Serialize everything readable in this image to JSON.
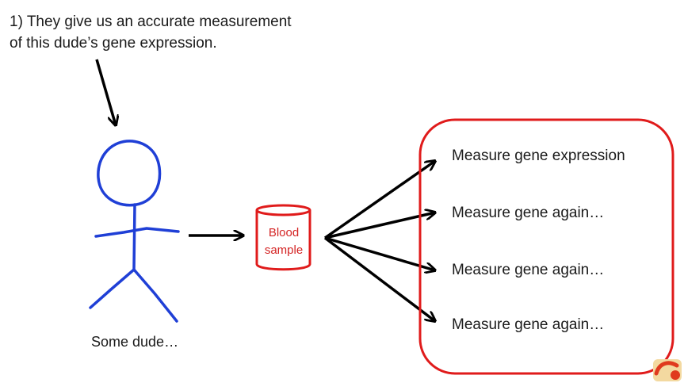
{
  "caption": {
    "line1": "1) They give us an accurate measurement",
    "line2": "of this dude’s gene expression."
  },
  "person": {
    "label": "Some dude…"
  },
  "blood_sample": {
    "line1": "Blood",
    "line2": "sample"
  },
  "measurements": [
    "Measure gene expression",
    "Measure gene again…",
    "Measure gene again…",
    "Measure gene again…"
  ],
  "colors": {
    "figure": "#1f3fd6",
    "highlight": "#e01b1b",
    "arrow": "#000000",
    "text": "#1a1a1a"
  }
}
